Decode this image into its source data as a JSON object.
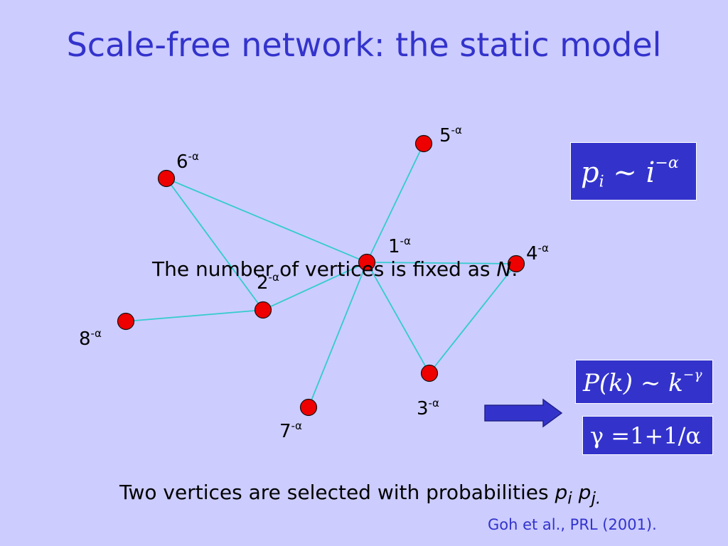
{
  "title": "Scale-free network: the static model",
  "nodes": [
    {
      "id": "1",
      "label": "1",
      "sup": "-α"
    },
    {
      "id": "2",
      "label": "2",
      "sup": "-α"
    },
    {
      "id": "3",
      "label": "3",
      "sup": "-α"
    },
    {
      "id": "4",
      "label": "4",
      "sup": "-α"
    },
    {
      "id": "5",
      "label": "5",
      "sup": "-α"
    },
    {
      "id": "6",
      "label": "6",
      "sup": "-α"
    },
    {
      "id": "7",
      "label": "7",
      "sup": "-α"
    },
    {
      "id": "8",
      "label": "8",
      "sup": "-α"
    }
  ],
  "edges": [
    [
      "6",
      "1"
    ],
    [
      "6",
      "2"
    ],
    [
      "5",
      "1"
    ],
    [
      "1",
      "4"
    ],
    [
      "1",
      "3"
    ],
    [
      "1",
      "7"
    ],
    [
      "1",
      "2"
    ],
    [
      "2",
      "8"
    ],
    [
      "4",
      "3"
    ]
  ],
  "colors": {
    "background": "#ccccff",
    "title": "#3333cc",
    "node_fill": "#ee0000",
    "edge": "#33cccc",
    "formula_box": "#3333cc",
    "arrow": "#3333cc"
  },
  "overlay_text": {
    "before": "The number of vertices is fixed as ",
    "var": "N",
    "after": "."
  },
  "formulas": {
    "pi": {
      "lhs": "p",
      "lhs_sub": "i",
      "op": " ~ ",
      "rhs": "i",
      "rhs_sup": "−α"
    },
    "pk": {
      "text": "P(k) ~ k",
      "sup": "−γ"
    },
    "gamma": {
      "text": "γ =1+1/α"
    }
  },
  "bottom_text": {
    "before": "Two vertices are selected with probabilities ",
    "p1": "p",
    "s1": "i",
    "p2": "p",
    "s2": "j."
  },
  "citation": "Goh et al., PRL (2001)."
}
